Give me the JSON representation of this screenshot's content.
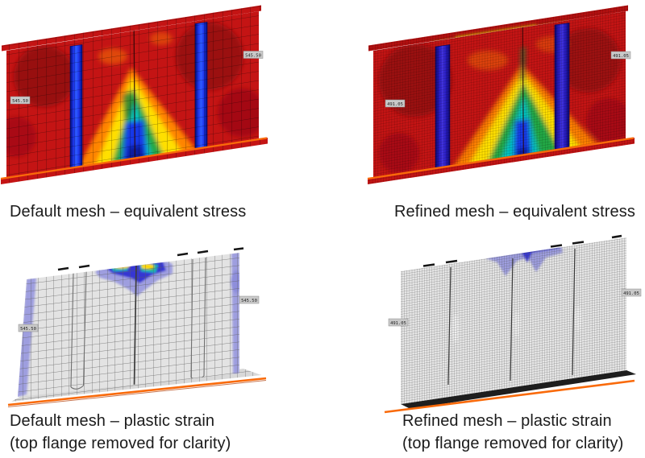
{
  "figures": {
    "top_left": {
      "caption": "Default mesh – equivalent stress",
      "probe_value": "545.50"
    },
    "top_right": {
      "caption": "Refined mesh – equivalent stress",
      "probe_value": "491.05"
    },
    "bottom_left": {
      "caption_line1": "Default mesh – plastic strain",
      "caption_line2": "(top flange removed for clarity)",
      "probe_value": "545.50"
    },
    "bottom_right": {
      "caption_line1": "Refined mesh – plastic strain",
      "caption_line2": "(top flange removed for clarity)",
      "probe_value": "491.05"
    }
  },
  "colors": {
    "background": "#ffffff",
    "stress_red": "#c41414",
    "stress_dark_red": "#900912",
    "stress_orange": "#ff8400",
    "stress_yellow": "#ffdf00",
    "stress_green": "#22a844",
    "stress_cyan": "#00c2c2",
    "stress_blue": "#1537e8",
    "stiffener_blue": "#2038f0",
    "flange_orange": "#f96a0a",
    "olive_flange": "#8d9304",
    "plastic_mesh_gray": "#e3e3e3",
    "plastic_light_purple": "#9a9ade",
    "probe_label_bg": "#c9c9c9",
    "caption_color": "#1b1b1b"
  }
}
